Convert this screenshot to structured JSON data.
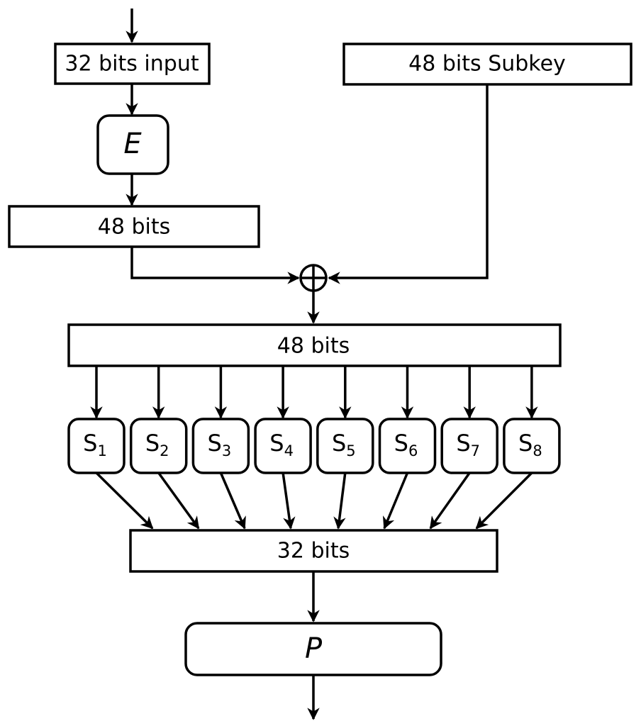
{
  "colors": {
    "stroke": "#000000",
    "box_fill": "#ffffff",
    "expansion_fill": "#a8dcf0",
    "sbox_fill": "#fcd59b",
    "permutation_fill": "#c2e2c3"
  },
  "input_box": {
    "label": "32 bits input"
  },
  "subkey_box": {
    "label": "48 bits Subkey"
  },
  "expansion_box": {
    "label": "E"
  },
  "expanded_box": {
    "label": "48 bits"
  },
  "xor_node": {
    "symbol_icon": "xor-circle-plus-icon"
  },
  "mixed_box": {
    "label": "48 bits"
  },
  "sboxes": [
    {
      "letter": "S",
      "index": "1"
    },
    {
      "letter": "S",
      "index": "2"
    },
    {
      "letter": "S",
      "index": "3"
    },
    {
      "letter": "S",
      "index": "4"
    },
    {
      "letter": "S",
      "index": "5"
    },
    {
      "letter": "S",
      "index": "6"
    },
    {
      "letter": "S",
      "index": "7"
    },
    {
      "letter": "S",
      "index": "8"
    }
  ],
  "output_box": {
    "label": "32 bits"
  },
  "permutation_box": {
    "label": "P"
  }
}
